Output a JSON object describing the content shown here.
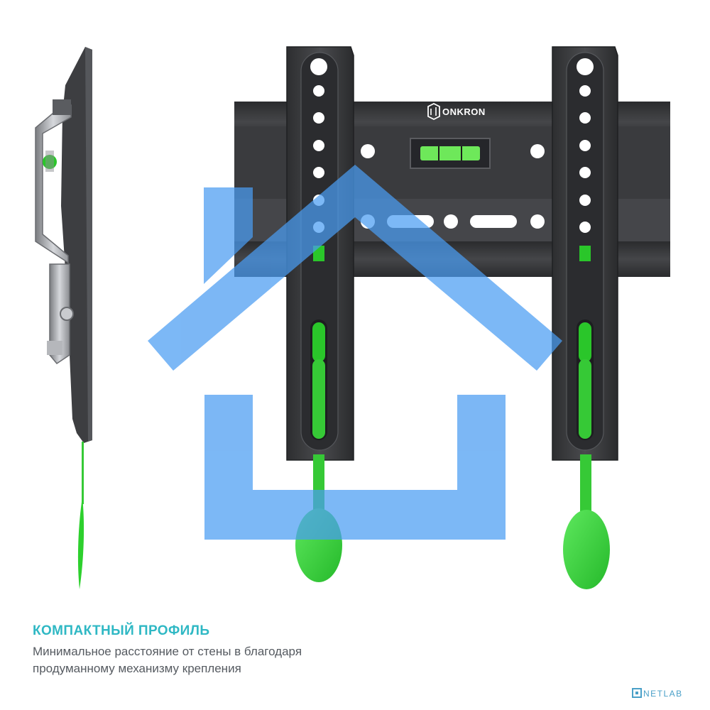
{
  "brand_logo": {
    "text": "ONKRON"
  },
  "caption": {
    "title": "КОМПАКТНЫЙ ПРОФИЛЬ",
    "line1": "Минимальное расстояние от стены в благодаря",
    "line2": "продуманному механизму крепления"
  },
  "watermark": {
    "text": "NETLAB"
  },
  "colors": {
    "bracket": "#3a3b3d",
    "accent_green": "#3bd83b",
    "overlay_blue": "#4a9cf2",
    "title_teal": "#2fb8c4",
    "body_text": "#555a60"
  },
  "overlay_icon": "home-icon"
}
